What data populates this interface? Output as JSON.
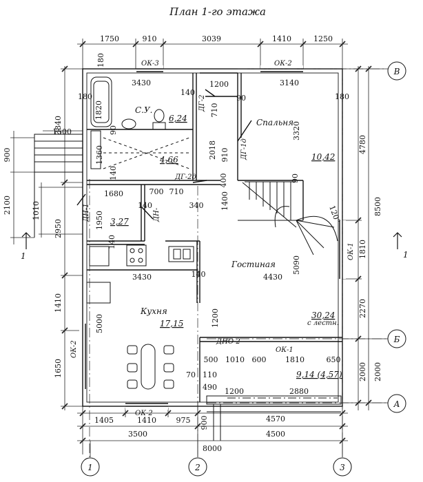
{
  "title": "План 1-го этажа",
  "axes": {
    "one": "1",
    "two": "2",
    "three": "3",
    "A": "А",
    "B": "Б",
    "V": "В"
  },
  "section_marks": {
    "left": "1",
    "right": "1"
  },
  "rooms": {
    "su": {
      "name": "С.У.",
      "area": "6,24"
    },
    "hall": {
      "area": "4,66"
    },
    "small": {
      "area": "3,27"
    },
    "bedroom": {
      "name": "Спальня",
      "area": "10,42"
    },
    "living": {
      "name": "Гостиная",
      "area": "30,24",
      "note": "с лестн."
    },
    "kitchen": {
      "name": "Кухня",
      "area": "17,15"
    },
    "terrace": {
      "area": "9,14 (4,57)"
    }
  },
  "openings": {
    "ok3": "ОК-3",
    "ok2_top": "ОК-2",
    "ok2_left": "ОК-2",
    "ok2_bottom": "ОК-2",
    "ok1_right": "ОК-1",
    "ok1_bottom": "ОК-1",
    "dg2": "ДГ-2",
    "dg1a": "ДГ-1д",
    "dg2a": "ДГ-2д",
    "dn1": "ДН-1",
    "dn": "ДН-",
    "dno2": "ДНО-2"
  },
  "dims": {
    "top": [
      "1750",
      "910",
      "3039",
      "1410",
      "1250"
    ],
    "total_width": "8000",
    "bottom_a": [
      "1405",
      "1410",
      "975"
    ],
    "bottom_b": "3500",
    "bottom_c": "4500",
    "bottom_d": "4570",
    "left_outer": [
      "3840",
      "2950",
      "1410",
      "1650"
    ],
    "left_mid": [
      "1500",
      "900",
      "2100",
      "1010"
    ],
    "right_outer": [
      "4780",
      "1810",
      "2270",
      "2000"
    ],
    "right_total": "8500",
    "right_inner": "2000",
    "interior": [
      "180",
      "3430",
      "1820",
      "180",
      "140",
      "1200",
      "90",
      "3140",
      "180",
      "710",
      "90",
      "1360",
      "140",
      "2018",
      "910",
      "3320",
      "1680",
      "700",
      "710",
      "400",
      "340",
      "1950",
      "140",
      "1400",
      "90",
      "120°",
      "5090",
      "140",
      "3430",
      "140",
      "4430",
      "5000",
      "1200",
      "500",
      "1010",
      "600",
      "1810",
      "650",
      "70",
      "110",
      "490",
      "1200",
      "2880",
      "900"
    ]
  }
}
